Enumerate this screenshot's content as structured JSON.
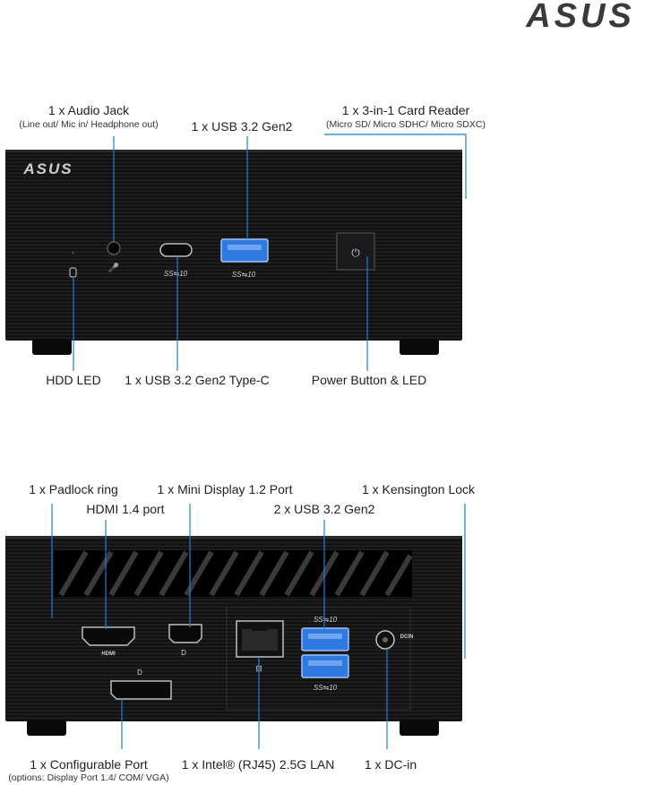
{
  "brand": {
    "logo_text": "ASUS"
  },
  "front": {
    "labels": {
      "audio_jack": "1 x Audio Jack",
      "audio_jack_sub": "(Line out/ Mic in/ Headphone out)",
      "usb_top": "1 x USB 3.2 Gen2",
      "card_reader": "1 x 3-in-1 Card Reader",
      "card_reader_sub": "(Micro SD/ Micro SDHC/ Micro SDXC)",
      "hdd_led": "HDD LED",
      "usb_typec": "1 x USB 3.2 Gen2 Type-C",
      "power_button": "Power Button & LED"
    },
    "markings": {
      "ss_typec": "SS⇋10",
      "ss_usb": "SS⇋10"
    }
  },
  "rear": {
    "labels": {
      "padlock": "1 x Padlock ring",
      "hdmi": "HDMI 1.4 port",
      "mini_dp": "1 x Mini Display 1.2 Port",
      "usb_rear": "2 x USB 3.2 Gen2",
      "kensington": "1 x Kensington Lock",
      "config_port": "1 x Configurable Port",
      "config_port_sub": "(options: Display Port 1.4/ COM/ VGA)",
      "lan": "1 x Intel® (RJ45) 2.5G LAN",
      "dc_in": "1 x DC-in"
    },
    "markings": {
      "hdmi": "HDMI",
      "dcin": "DCIN",
      "ss_usb": "SS⇋10"
    }
  },
  "colors": {
    "callout": "#1a7fd4",
    "chassis": "#1b1b1d",
    "port_blue": "#2f79e0"
  }
}
